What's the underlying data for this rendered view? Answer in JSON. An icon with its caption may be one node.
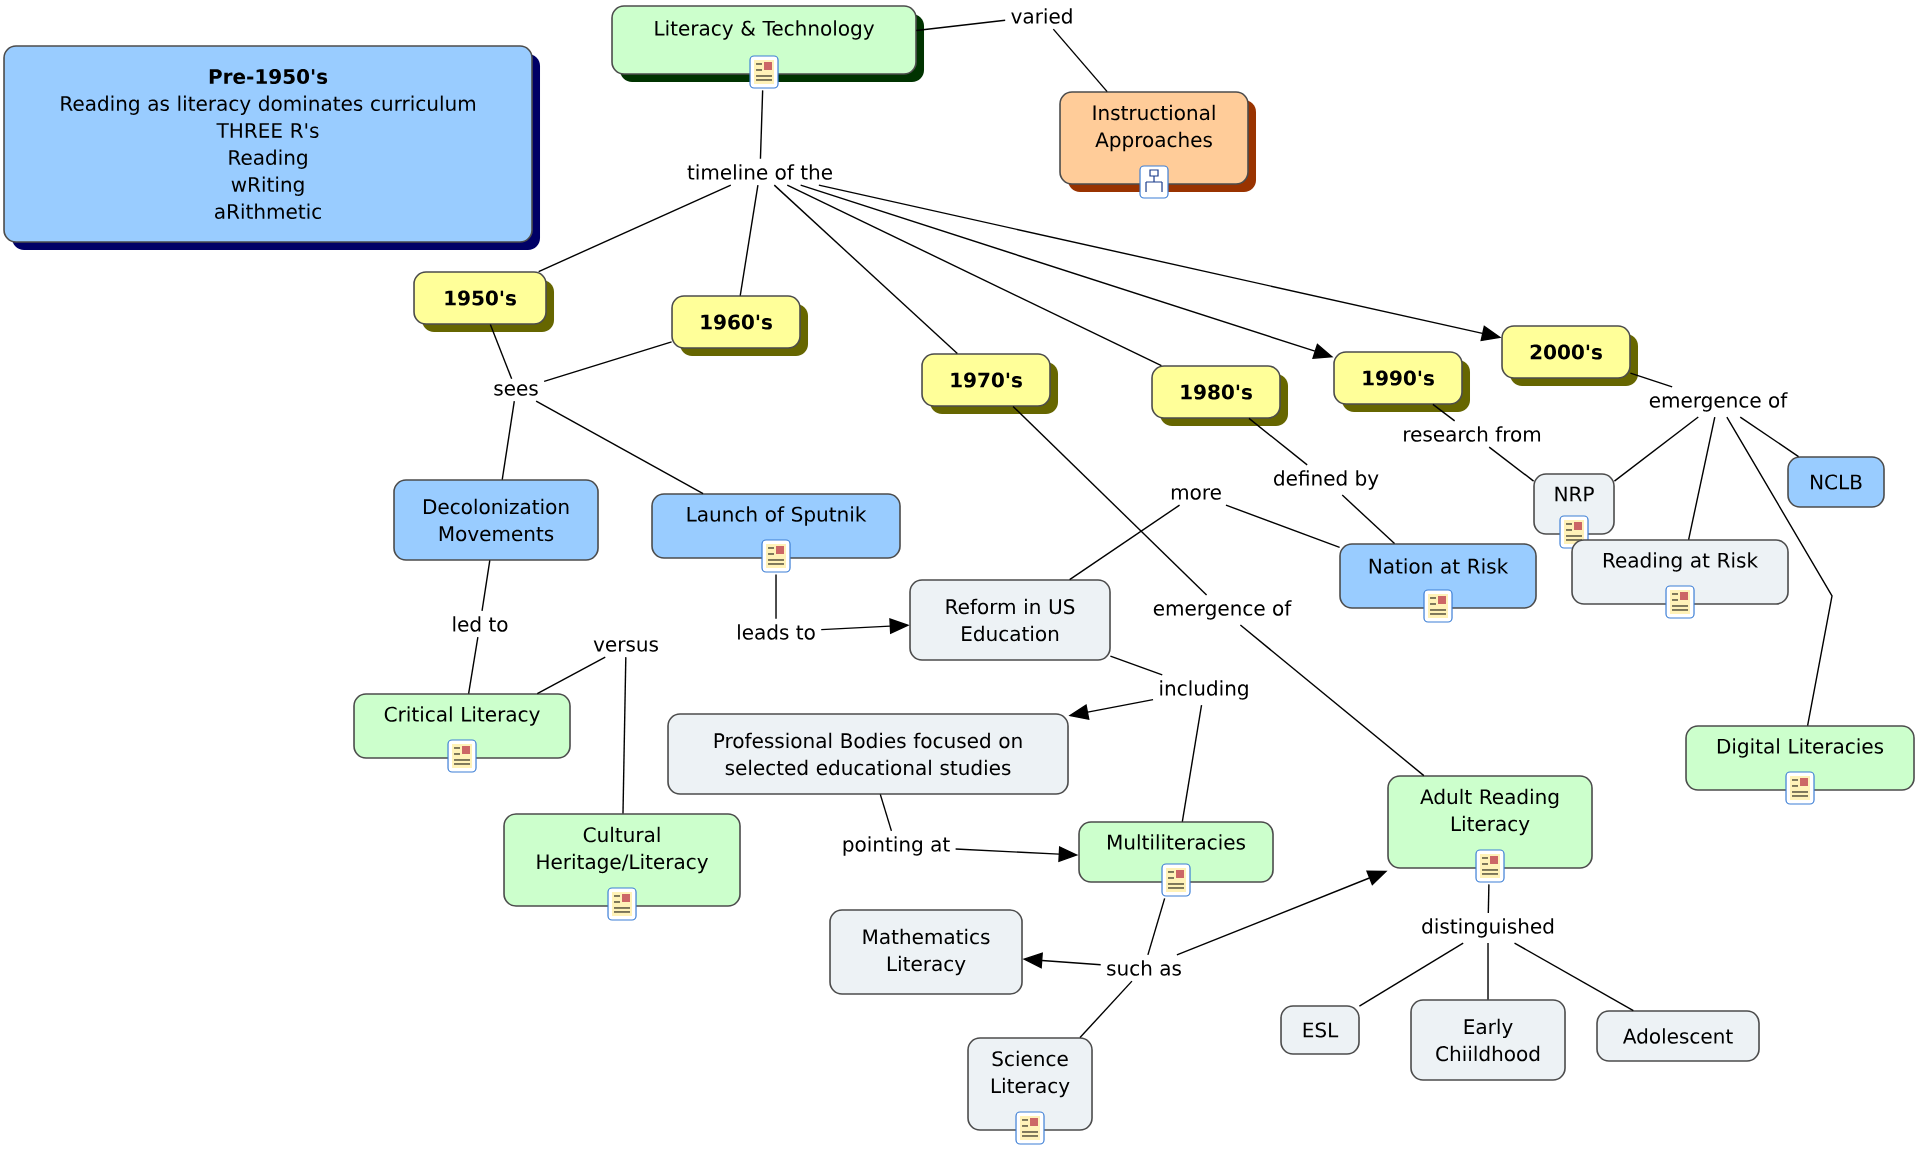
{
  "diagram": {
    "nodes": [
      {
        "text": [
          "Pre-1950's",
          "Reading as literacy dominates curriculum",
          "THREE R's",
          "Reading",
          "wRiting",
          "aRithmetic"
        ]
      },
      {
        "text": [
          "Literacy & Technology"
        ]
      },
      {
        "text": [
          "varied"
        ]
      },
      {
        "text": [
          "Instructional Approaches"
        ]
      },
      {
        "text": [
          "timeline of the"
        ]
      },
      {
        "text": [
          "1950's"
        ]
      },
      {
        "text": [
          "1960's"
        ]
      },
      {
        "text": [
          "1970's"
        ]
      },
      {
        "text": [
          "1980's"
        ]
      },
      {
        "text": [
          "1990's"
        ]
      },
      {
        "text": [
          "2000's"
        ]
      },
      {
        "text": [
          "sees"
        ]
      },
      {
        "text": [
          "Decolonization Movements"
        ]
      },
      {
        "text": [
          "Launch of Sputnik"
        ]
      },
      {
        "text": [
          "led to"
        ]
      },
      {
        "text": [
          "versus"
        ]
      },
      {
        "text": [
          "Critical Literacy"
        ]
      },
      {
        "text": [
          "Cultural Heritage/Literacy"
        ]
      },
      {
        "text": [
          "leads to"
        ]
      },
      {
        "text": [
          "Reform in US Education"
        ]
      },
      {
        "text": [
          "more"
        ]
      },
      {
        "text": [
          "defined by"
        ]
      },
      {
        "text": [
          "Nation at Risk"
        ]
      },
      {
        "text": [
          "research from"
        ]
      },
      {
        "text": [
          "emergence of"
        ]
      },
      {
        "text": [
          "NRP"
        ]
      },
      {
        "text": [
          "NCLB"
        ]
      },
      {
        "text": [
          "Reading at Risk"
        ]
      },
      {
        "text": [
          "Digital Literacies"
        ]
      },
      {
        "text": [
          "emergence of"
        ]
      },
      {
        "text": [
          "including"
        ]
      },
      {
        "text": [
          "Professional Bodies focused on selected educational studies"
        ]
      },
      {
        "text": [
          "pointing at"
        ]
      },
      {
        "text": [
          "Multiliteracies"
        ]
      },
      {
        "text": [
          "Adult Reading Literacy"
        ]
      },
      {
        "text": [
          "distinguished"
        ]
      },
      {
        "text": [
          "Mathematics Literacy"
        ]
      },
      {
        "text": [
          "such as"
        ]
      },
      {
        "text": [
          "Science Literacy"
        ]
      },
      {
        "text": [
          "ESL"
        ]
      },
      {
        "text": [
          "Early Chiildhood"
        ]
      },
      {
        "text": [
          "Adolescent"
        ]
      }
    ],
    "edges": [
      {
        "from": 1,
        "to": 2,
        "arrow": "none"
      },
      {
        "from": 2,
        "to": 3,
        "arrow": "none"
      },
      {
        "from": 1,
        "to": 4,
        "arrow": "none"
      },
      {
        "from": 4,
        "to": 5,
        "arrow": "none"
      },
      {
        "from": 4,
        "to": 6,
        "arrow": "none"
      },
      {
        "from": 4,
        "to": 7,
        "arrow": "none"
      },
      {
        "from": 4,
        "to": 8,
        "arrow": "none"
      },
      {
        "from": 4,
        "to": 9,
        "arrow": "to"
      },
      {
        "from": 4,
        "to": 10,
        "arrow": "to"
      },
      {
        "from": 5,
        "to": 11,
        "arrow": "none"
      },
      {
        "from": 6,
        "to": 11,
        "arrow": "none"
      },
      {
        "from": 11,
        "to": 12,
        "arrow": "none"
      },
      {
        "from": 11,
        "to": 13,
        "arrow": "none"
      },
      {
        "from": 12,
        "to": 14,
        "arrow": "none"
      },
      {
        "from": 14,
        "to": 16,
        "arrow": "none"
      },
      {
        "from": 16,
        "to": 15,
        "arrow": "none"
      },
      {
        "from": 15,
        "to": 17,
        "arrow": "none"
      },
      {
        "from": 13,
        "to": 18,
        "arrow": "none"
      },
      {
        "from": 18,
        "to": 19,
        "arrow": "to"
      },
      {
        "from": 22,
        "to": 20,
        "arrow": "none"
      },
      {
        "from": 20,
        "to": 19,
        "arrow": "none"
      },
      {
        "from": 8,
        "to": 21,
        "arrow": "none"
      },
      {
        "from": 21,
        "to": 22,
        "arrow": "none"
      },
      {
        "from": 9,
        "to": 23,
        "arrow": "none"
      },
      {
        "from": 23,
        "to": 25,
        "arrow": "none"
      },
      {
        "from": 10,
        "to": 24,
        "arrow": "none"
      },
      {
        "from": 24,
        "to": 25,
        "arrow": "none"
      },
      {
        "from": 24,
        "to": 26,
        "arrow": "none"
      },
      {
        "from": 24,
        "to": 27,
        "arrow": "none"
      },
      {
        "from": 24,
        "to": 28,
        "arrow": "none"
      },
      {
        "from": 7,
        "to": 29,
        "arrow": "none"
      },
      {
        "from": 29,
        "to": 34,
        "arrow": "none"
      },
      {
        "from": 19,
        "to": 30,
        "arrow": "none"
      },
      {
        "from": 30,
        "to": 31,
        "arrow": "to"
      },
      {
        "from": 30,
        "to": 33,
        "arrow": "none"
      },
      {
        "from": 31,
        "to": 32,
        "arrow": "none"
      },
      {
        "from": 32,
        "to": 33,
        "arrow": "to"
      },
      {
        "from": 33,
        "to": 37,
        "arrow": "none"
      },
      {
        "from": 37,
        "to": 36,
        "arrow": "to"
      },
      {
        "from": 37,
        "to": 34,
        "arrow": "to"
      },
      {
        "from": 37,
        "to": 38,
        "arrow": "none"
      },
      {
        "from": 34,
        "to": 35,
        "arrow": "none"
      },
      {
        "from": 35,
        "to": 39,
        "arrow": "none"
      },
      {
        "from": 35,
        "to": 40,
        "arrow": "none"
      },
      {
        "from": 35,
        "to": 41,
        "arrow": "none"
      }
    ]
  }
}
